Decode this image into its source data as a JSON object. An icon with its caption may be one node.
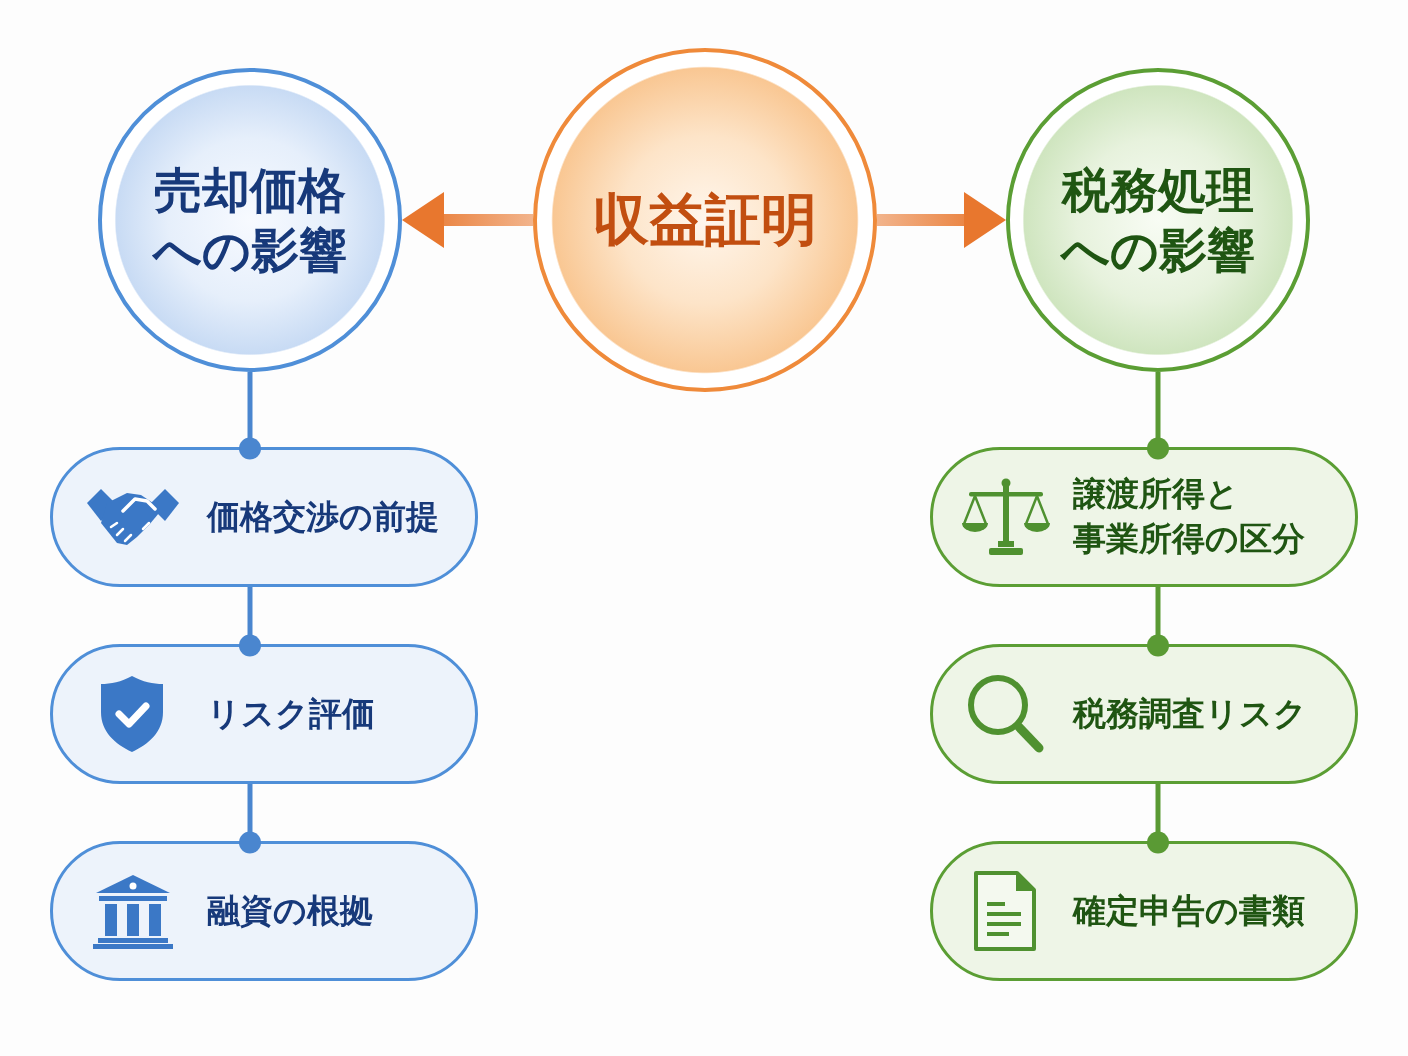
{
  "diagram": {
    "nodes": [
      {
        "text": [
          "収益証明"
        ]
      },
      {
        "text": [
          "売却価格への影響"
        ]
      },
      {
        "text": [
          "税務処理への影響"
        ]
      },
      {
        "text": [
          "価格交渉の前提"
        ]
      },
      {
        "text": [
          "リスク評価"
        ]
      },
      {
        "text": [
          "融資の根拠"
        ]
      },
      {
        "text": [
          "譲渡所得と事業所得の区分"
        ]
      },
      {
        "text": [
          "税務調査リスク"
        ]
      },
      {
        "text": [
          "確定申告の書類"
        ]
      }
    ],
    "edges": [
      {
        "from": 0,
        "to": 1,
        "arrow": "to",
        "style": "thick",
        "color": "#e8772e"
      },
      {
        "from": 0,
        "to": 2,
        "arrow": "to",
        "style": "thick",
        "color": "#e8772e"
      },
      {
        "from": 1,
        "to": 3,
        "arrow": "other",
        "color": "#4a86cf"
      },
      {
        "from": 3,
        "to": 4,
        "arrow": "other",
        "color": "#4a86cf"
      },
      {
        "from": 4,
        "to": 5,
        "arrow": "other",
        "color": "#4a86cf"
      },
      {
        "from": 2,
        "to": 6,
        "arrow": "other",
        "color": "#5a9a34"
      },
      {
        "from": 6,
        "to": 7,
        "arrow": "other",
        "color": "#5a9a34"
      },
      {
        "from": 7,
        "to": 8,
        "arrow": "other",
        "color": "#5a9a34"
      }
    ]
  }
}
